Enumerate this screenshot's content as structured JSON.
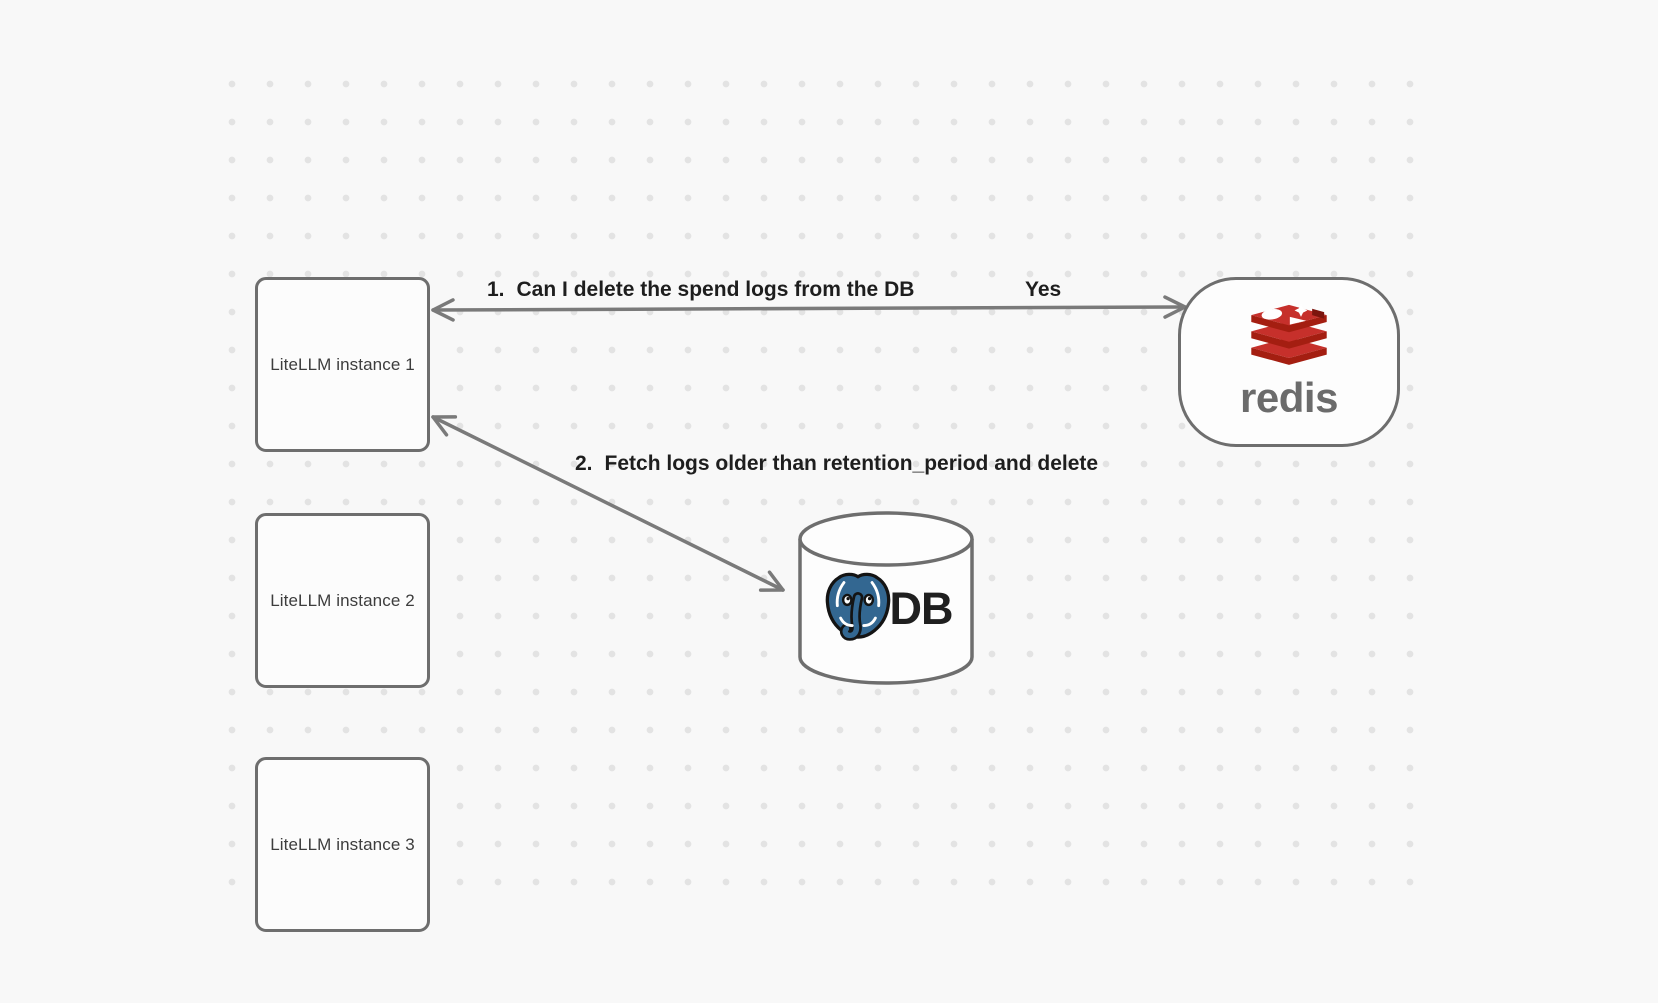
{
  "canvas": {
    "background_color": "#F8F8F8",
    "dot_color": "#E3E3E3"
  },
  "nodes": {
    "instances": [
      {
        "label": "LiteLLM instance 1"
      },
      {
        "label": "LiteLLM instance 2"
      },
      {
        "label": "LiteLLM instance 3"
      }
    ],
    "redis": {
      "wordmark": "redis",
      "icon": "redis-logo-icon",
      "logo_red": "#C6302B",
      "logo_dark_red": "#A41E11",
      "wordmark_color": "#6B6B6B"
    },
    "db": {
      "label": "DB",
      "icon": "postgresql-elephant-icon",
      "postgres_blue": "#336791"
    }
  },
  "edges": [
    {
      "number": "1.",
      "label": "Can I delete the spend logs from the DB",
      "response": "Yes"
    },
    {
      "number": "2.",
      "label": "Fetch logs older than retention_period and delete"
    }
  ],
  "style": {
    "shape_border_color": "#6E6E6E",
    "arrow_color": "#7A7A7A",
    "label_text_color": "#1E1E1E",
    "node_text_color": "#3D3D3D"
  }
}
